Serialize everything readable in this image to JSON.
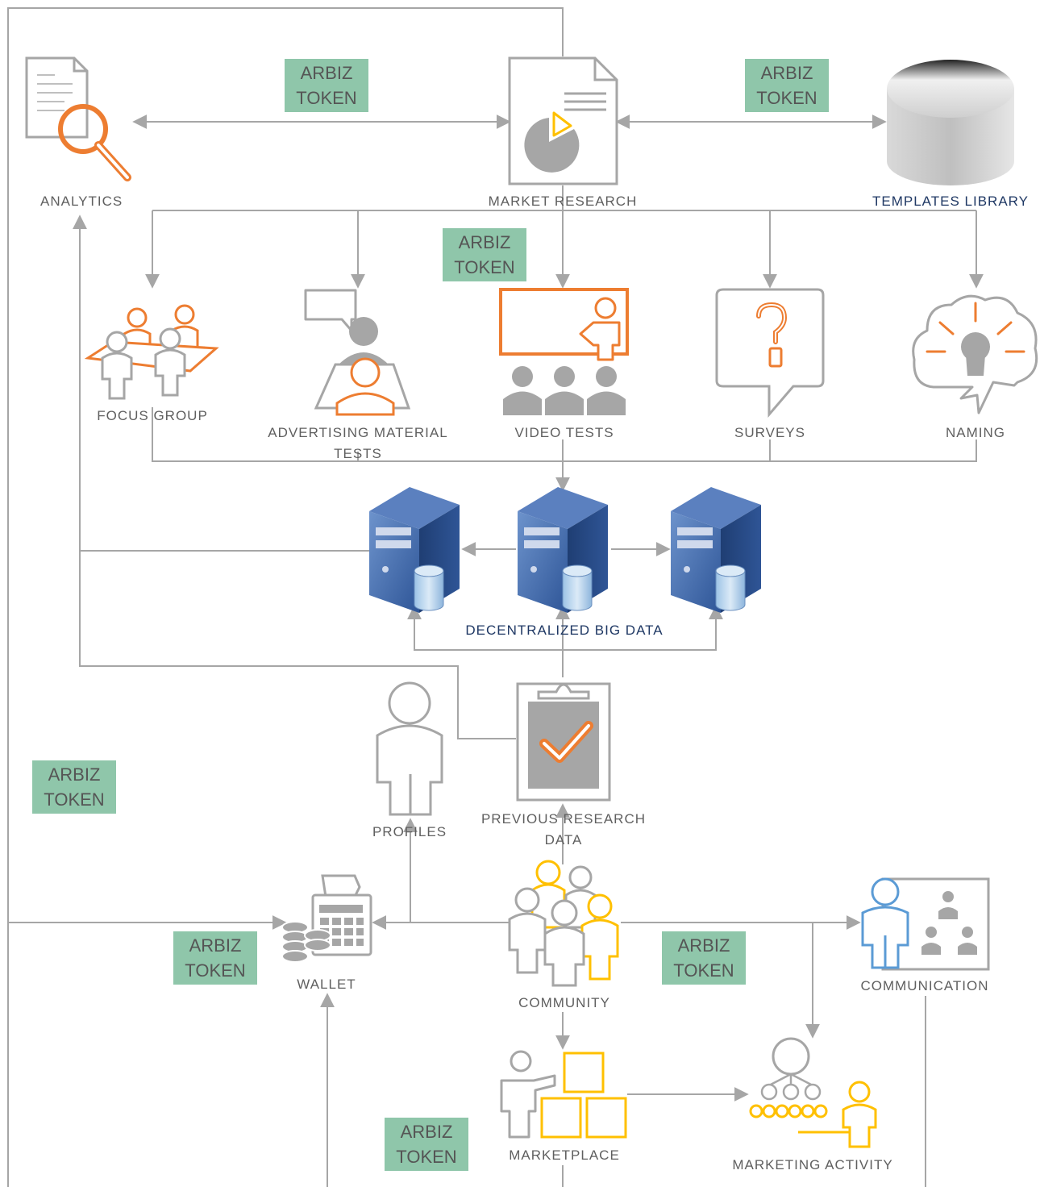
{
  "diagram": {
    "token_line1": "ARBIZ",
    "token_line2": "TOKEN",
    "nodes": {
      "analytics": "ANALYTICS",
      "market_research": "MARKET RESEARCH",
      "templates_library": "TEMPLATES LIBRARY",
      "focus_group": "FOCUS GROUP",
      "advertising_1": "ADVERTISING MATERIAL",
      "advertising_2": "TESTS",
      "video_tests": "VIDEO TESTS",
      "surveys": "SURVEYS",
      "naming": "NAMING",
      "big_data": "DECENTRALIZED BIG DATA",
      "profiles": "PROFILES",
      "previous_1": "PREVIOUS RESEARCH",
      "previous_2": "DATA",
      "wallet": "WALLET",
      "community": "COMMUNITY",
      "communication": "COMMUNICATION",
      "marketplace": "MARKETPLACE",
      "marketing_activity": "MARKETING ACTIVITY"
    },
    "colors": {
      "line": "#a6a6a6",
      "orange": "#ed7d31",
      "yellow": "#ffc000",
      "blue": "#5b9bd5",
      "token": "#8fc6aa",
      "server": "#2e5597"
    }
  }
}
